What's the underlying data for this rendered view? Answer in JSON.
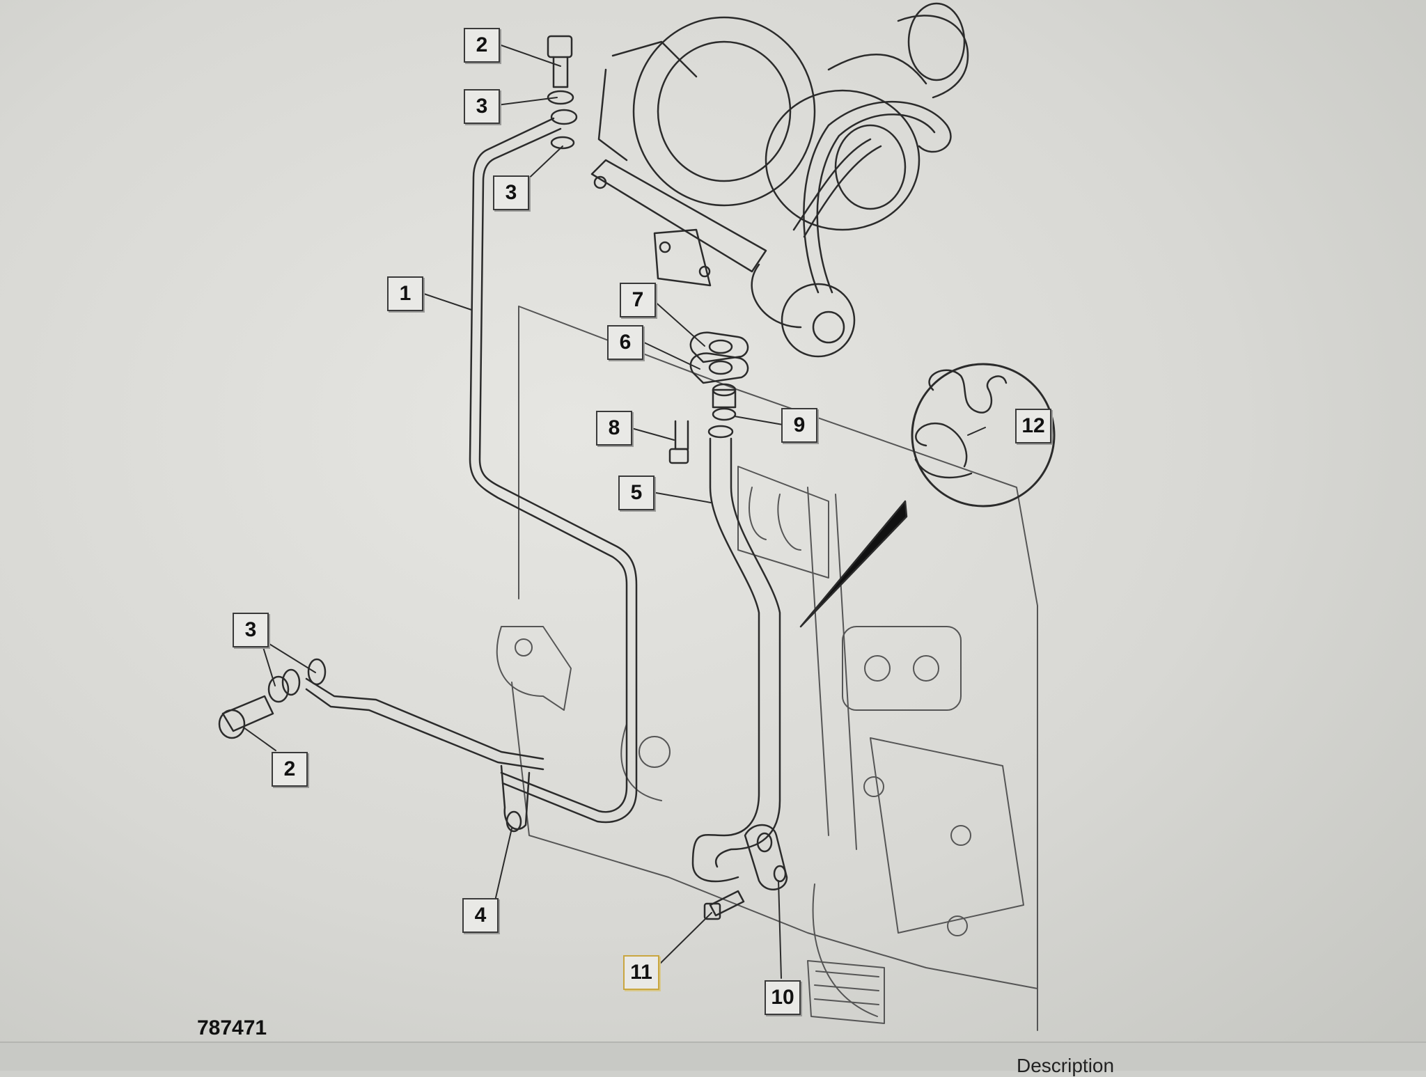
{
  "figure_id": "787471",
  "bottom_text": "Description",
  "callouts": [
    {
      "key": "c2-top",
      "label": "2"
    },
    {
      "key": "c3-top",
      "label": "3"
    },
    {
      "key": "c3-mid",
      "label": "3"
    },
    {
      "key": "c1",
      "label": "1"
    },
    {
      "key": "c7",
      "label": "7"
    },
    {
      "key": "c6",
      "label": "6"
    },
    {
      "key": "c8",
      "label": "8"
    },
    {
      "key": "c9",
      "label": "9"
    },
    {
      "key": "c5",
      "label": "5"
    },
    {
      "key": "c12",
      "label": "12"
    },
    {
      "key": "c3-low",
      "label": "3"
    },
    {
      "key": "c2-low",
      "label": "2"
    },
    {
      "key": "c4",
      "label": "4"
    },
    {
      "key": "c11",
      "label": "11",
      "highlighted": true
    },
    {
      "key": "c10",
      "label": "10"
    }
  ],
  "colors": {
    "line": "#2b2b2b",
    "highlight": "#c9a640"
  }
}
